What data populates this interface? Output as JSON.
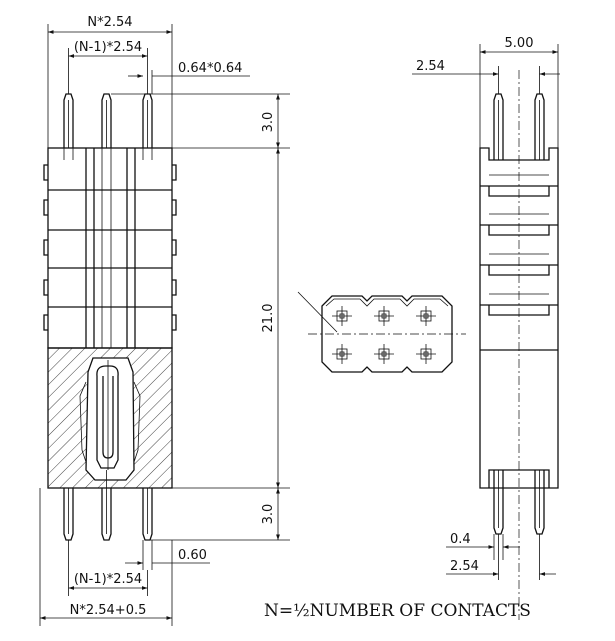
{
  "front_view": {
    "width_top": "N*2.54",
    "pitch_top": "(N-1)*2.54",
    "pin_section": "0.64*0.64",
    "tail_top": "3.0",
    "body_height": "21.0",
    "tail_bottom": "3.0",
    "pin_offset": "0.60",
    "pitch_bottom": "(N-1)*2.54",
    "width_bottom": "N*2.54+0.5"
  },
  "side_view": {
    "depth": "5.00",
    "row_pitch_top": "2.54",
    "pin_width": "0.4",
    "row_pitch_bottom": "2.54"
  },
  "note": "N=½NUMBER OF CONTACTS"
}
